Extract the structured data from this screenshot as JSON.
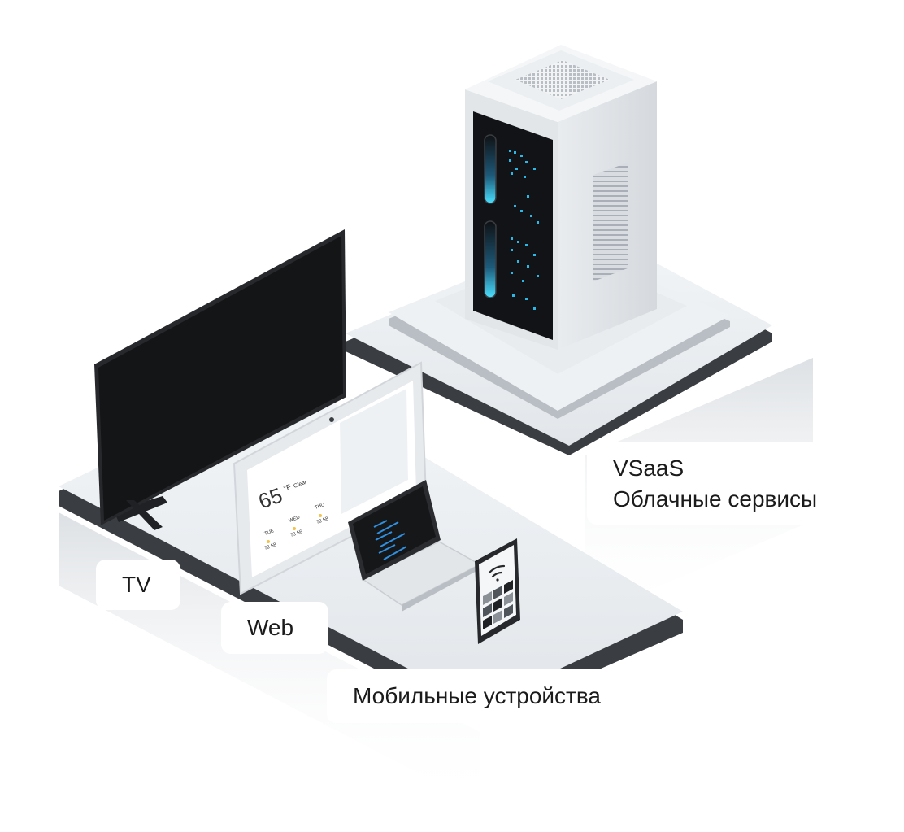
{
  "illustration": {
    "cloud_label": {
      "line1": "VSaaS",
      "line2": "Облачные сервисы"
    },
    "tv_label": "TV",
    "web_label": "Web",
    "mobile_label": "Мобильные устройства",
    "smart_display": {
      "temperature": "65",
      "unit": "°F",
      "condition": "Clear",
      "forecast": [
        {
          "day": "TUE",
          "temp": "72 58"
        },
        {
          "day": "WED",
          "temp": "73 56"
        },
        {
          "day": "THU",
          "temp": "72 58"
        }
      ]
    },
    "colors": {
      "platform": "#eef1f4",
      "platform_edge": "#3a3d42",
      "server_body": "#e6e9ec",
      "server_panel": "#121316",
      "led": "#2bb8e6",
      "tv_screen": "#141517"
    }
  }
}
